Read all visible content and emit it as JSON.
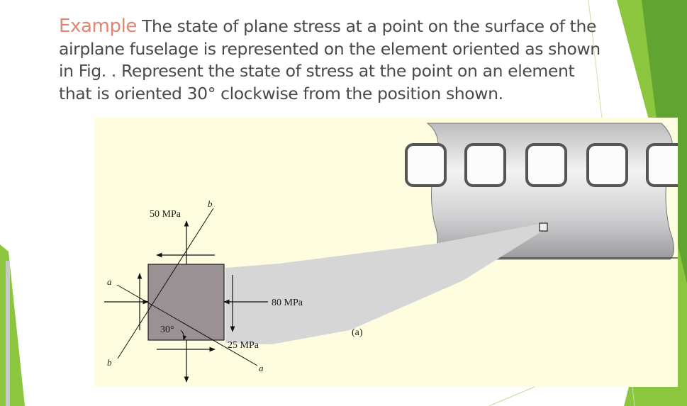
{
  "slide": {
    "heading_word": "Example",
    "body_text": "The state of plane stress at a point on the surface of the airplane fuselage is represented on the element oriented as shown in Fig. . Represent the state of stress at the point on an element that is oriented 30° clockwise from the position shown."
  },
  "figure": {
    "labels": {
      "stress_y": "50 MPa",
      "stress_x": "80 MPa",
      "stress_shear": "25 MPa",
      "angle": "30°",
      "axis_a_top": "a",
      "axis_a_bottom": "a",
      "axis_b_top": "b",
      "axis_b_bottom": "b",
      "caption": "(a)"
    },
    "colors": {
      "background": "#fefde0",
      "element": "#9a9195",
      "fuselage": "#c9c9cb",
      "callout": "#d6d6d6"
    }
  },
  "theme": {
    "accent_green": "#8cc63f",
    "dark_green": "#5a9e2f"
  }
}
